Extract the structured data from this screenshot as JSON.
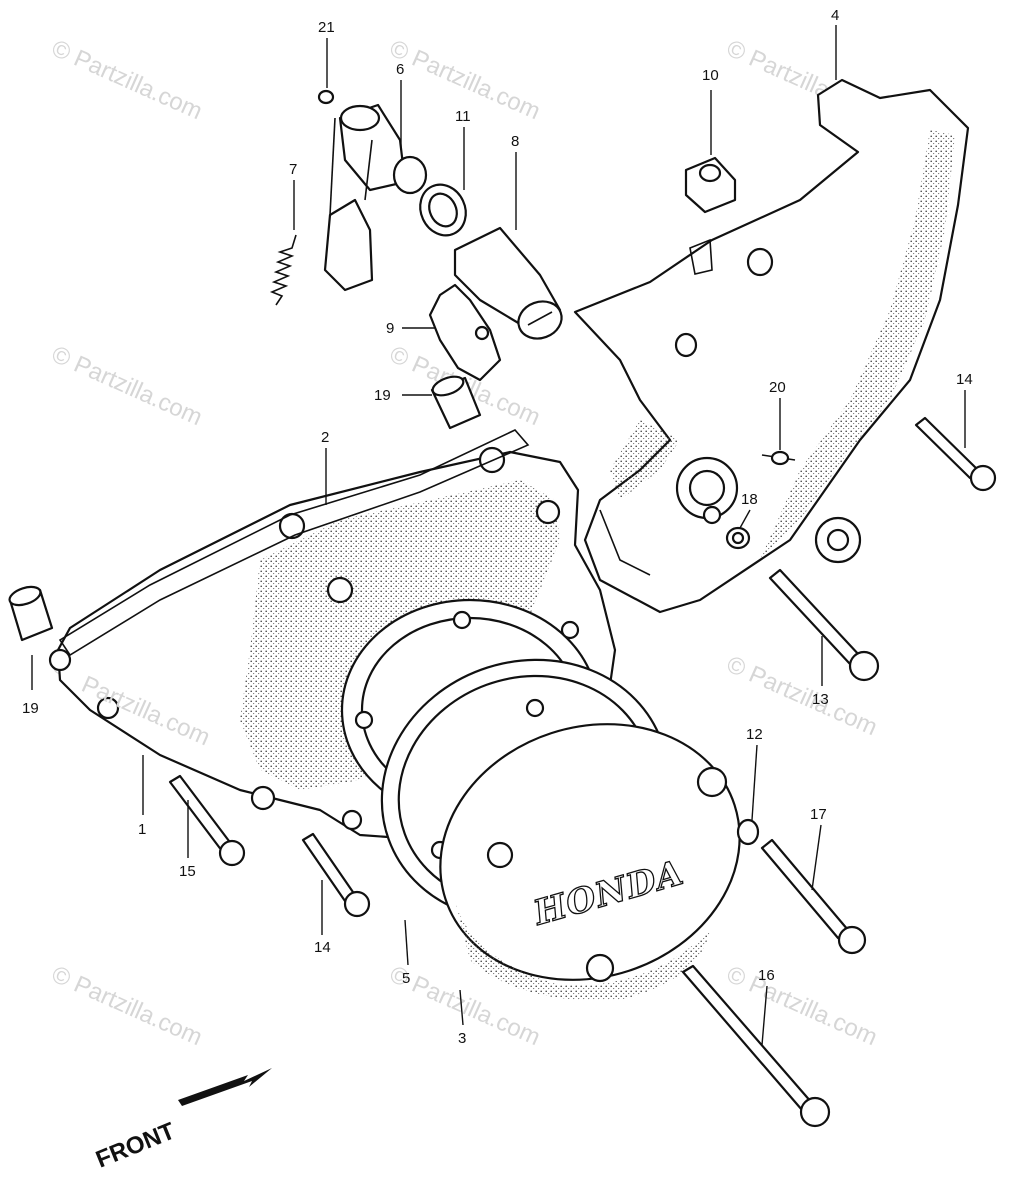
{
  "watermark": {
    "text": "© Partzilla.com",
    "color": "#d6d6d6",
    "instances": [
      "wm-1",
      "wm-2",
      "wm-3",
      "wm-4",
      "wm-5",
      "wm-6",
      "wm-7",
      "wm-8",
      "wm-9",
      "wm-10",
      "wm-11",
      "wm-12"
    ]
  },
  "callouts": {
    "c1": "1",
    "c2": "2",
    "c3": "3",
    "c4": "4",
    "c5": "5",
    "c6": "6",
    "c7": "7",
    "c8": "8",
    "c9": "9",
    "c10": "10",
    "c11": "11",
    "c12": "12",
    "c13": "13",
    "c14a": "14",
    "c14b": "14",
    "c15": "15",
    "c16": "16",
    "c17": "17",
    "c18": "18",
    "c19a": "19",
    "c19b": "19",
    "c20": "20",
    "c21": "21"
  },
  "cover_brand": "HONDA",
  "front_label": "FRONT",
  "inline_watermark": "Partzilla.com"
}
